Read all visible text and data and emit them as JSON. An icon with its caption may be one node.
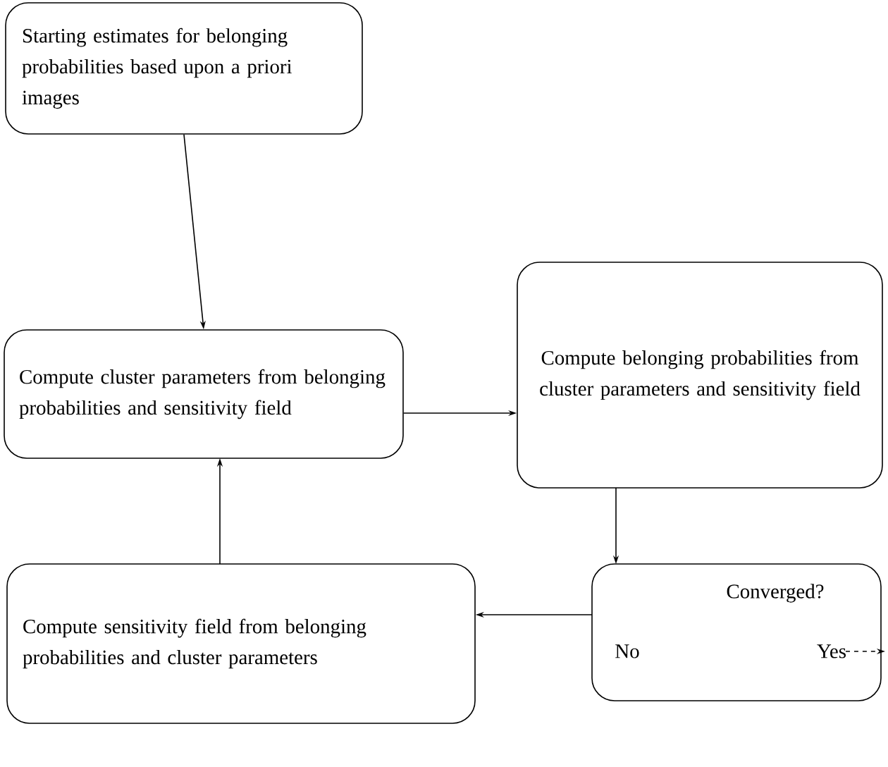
{
  "diagram": {
    "nodes": [
      {
        "text": [
          "Starting estimates for belonging probabilities based upon a priori images"
        ]
      },
      {
        "text": [
          "Compute cluster parameters from belonging probabilities and sensitivity field"
        ]
      },
      {
        "text": [
          "Compute belonging probabilities from cluster parameters and sensitivity field"
        ]
      },
      {
        "text": [
          "Converged?",
          "No",
          "Yes"
        ]
      },
      {
        "text": [
          "Compute sensitivity field from belonging probabilities and cluster parameters"
        ]
      }
    ],
    "edges": [
      {
        "from": 0,
        "to": 1,
        "arrow": "to"
      },
      {
        "from": 1,
        "to": 2,
        "arrow": "to"
      },
      {
        "from": 2,
        "to": 3,
        "arrow": "to"
      },
      {
        "from": 3,
        "to": 4,
        "arrow": "to"
      },
      {
        "from": 4,
        "to": 1,
        "arrow": "to"
      },
      {
        "from": 3,
        "to": null,
        "arrow": "to",
        "style": "dashed"
      }
    ]
  }
}
